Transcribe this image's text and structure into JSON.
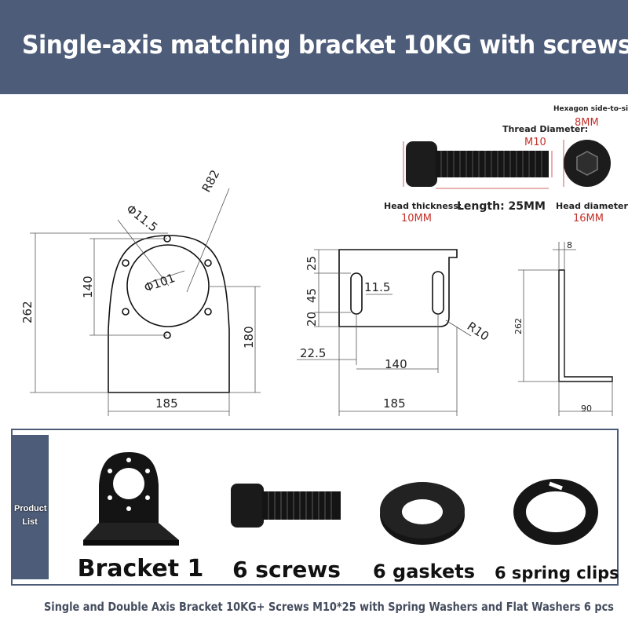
{
  "title": "Single-axis matching bracket 10KG with screws",
  "front_view": {
    "d_hole": "Φ11.5",
    "radius": "R82",
    "d_center": "Φ101",
    "height_total": "262",
    "height_mid": "140",
    "height_lower": "180",
    "width": "185"
  },
  "side_view": {
    "h_top": "25",
    "h_mid": "45",
    "h_bot": "20",
    "slot": "11.5",
    "radius": "R10",
    "offset": "22.5",
    "span": "140",
    "width": "185"
  },
  "profile_view": {
    "thickness": "8",
    "height": "262",
    "base": "90"
  },
  "screw_spec": {
    "hex_label": "Hexagon side-to-side:",
    "hex_value": "8MM",
    "thread_label": "Thread Diameter:",
    "thread_value": "M10",
    "head_thick_label": "Head thickness:",
    "head_thick_value": "10MM",
    "length": "Length: 25MM",
    "head_dia_label": "Head diameter:",
    "head_dia_value": "16MM"
  },
  "product_list": {
    "label": "Product List",
    "items": [
      {
        "caption": "Bracket 1"
      },
      {
        "caption": "6 screws"
      },
      {
        "caption": "6 gaskets"
      },
      {
        "caption": "6 spring clips"
      }
    ]
  },
  "footer": "Single and Double Axis Bracket 10KG+ Screws M10*25 with Spring Washers and Flat Washers 6 pcs"
}
